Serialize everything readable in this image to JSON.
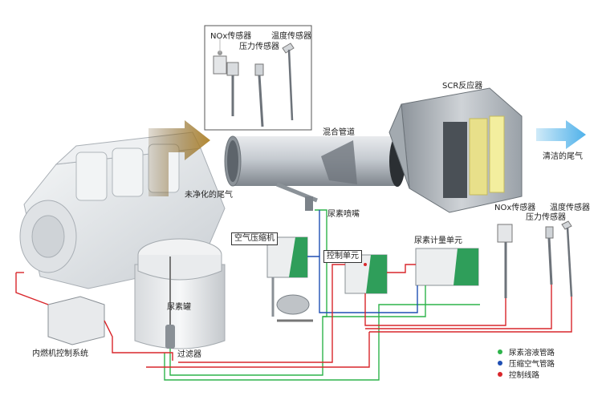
{
  "labels": {
    "nox_sensor_top": "NOx传感器",
    "pressure_sensor_top": "压力传感器",
    "temp_sensor_top": "温度传感器",
    "scr_reactor": "SCR反应器",
    "mixing_pipe": "混合管道",
    "clean_exhaust": "清洁的尾气",
    "dirty_exhaust": "未净化的尾气",
    "urea_nozzle": "尿素喷嘴",
    "air_compressor": "空气压缩机",
    "control_unit": "控制单元",
    "urea_metering_unit": "尿素计量单元",
    "nox_sensor_right": "NOx传感器",
    "pressure_sensor_right": "压力传感器",
    "temp_sensor_right": "温度传感器",
    "urea_tank": "尿素罐",
    "filter": "过滤器",
    "engine_control_system": "内燃机控制系统"
  },
  "legend": [
    {
      "label": "尿素溶液管路",
      "color": "#2db34a"
    },
    {
      "label": "压缩空气管路",
      "color": "#1f4fb3"
    },
    {
      "label": "控制线路",
      "color": "#d9262b"
    }
  ],
  "colors": {
    "urea_line": "#2db34a",
    "air_line": "#1f4fb3",
    "control_line": "#d9262b",
    "dirty_arrow": "#a57a2a",
    "clean_arrow": "#6fc3f0",
    "catalyst": "#e8e08a",
    "accent_green": "#2f9e5a"
  }
}
